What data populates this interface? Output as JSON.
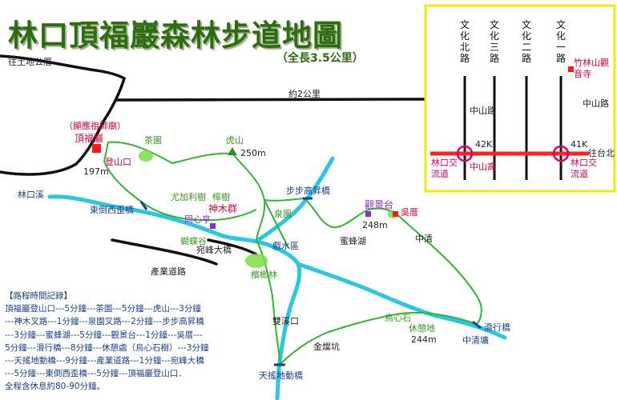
{
  "title": "林口頂福巖森林步道地圖",
  "subtitle": "（全長3.5公里）",
  "roads": {
    "to_temple": "往土地公厝",
    "about_2km": "約2公里",
    "zhongshan_road_right": "中山路",
    "zhongshan_road_inset": "中山路",
    "industrial_road": "產業道路",
    "to_taibei": "往台北"
  },
  "inset": {
    "streets": [
      "文化北路",
      "文化三路",
      "文化二路",
      "文化一路"
    ],
    "bamboo_temple": "竹林山觀音寺",
    "k42": "42K",
    "k41": "41K",
    "linkou_interchange_left": "林口交流道",
    "linkou_interchange_right": "林口交流道",
    "zhongshan_high": "中山高"
  },
  "places": {
    "ancestral_temple": "（顯應祖師廟）",
    "dingfuyan": "頂福巖",
    "trailhead": "登山口",
    "elev_197": "197m",
    "tea_garden": "茶園",
    "tiger_mountain": "虎山",
    "elev_250": "250m",
    "linkou_creek": "林口溪",
    "east_bridge": "東倒西歪橋",
    "eucalyptus": "尤加利樹",
    "camphor": "樟樹",
    "sacred_trees": "神木群",
    "tongxin_pavilion": "同心亭",
    "spring_garden": "泉園",
    "step_bridge": "步步高昇橋",
    "viewing_deck": "觀景台",
    "elev_248": "248m",
    "wu_house": "吳厝",
    "bee_lake": "蜜蜂湖",
    "zhongqing": "中清",
    "butterfly_valley": "蝴蝶谷",
    "yuanyang_bridge": "宛峰大橋",
    "water_play": "戲水區",
    "betel_forest": "檳榔林",
    "shuangxi_kou": "雙溪口",
    "turtle_stone": "烏心石",
    "rest_area": "休憩地",
    "elev_244": "244m",
    "huaxing_bridge": "滑行橋",
    "zhongqing_gully": "中清壙",
    "jinchankeng": "金燦坑",
    "tiantai_bridge": "天搖地動橋"
  },
  "notes": {
    "heading": "【路程時間記錄】",
    "lines": [
      "頂福巖登山口---5分鐘---茶園---5分鐘---虎山---3分鐘",
      "---神木叉路---1分鐘---泉園叉路---2分鐘---步步高昇橋",
      "---3分鐘---蜜蜂湖---5分鐘---觀景台---1分鐘---吳厝---",
      "5分鐘---滑行橋---8分鐘---休憩處（烏心石樹）---3分鐘",
      "---天搖地動橋---9分鐘---產業道路---1分鐘---宛峰大橋",
      "---5分鐘---東倒西歪橋---5分鐘---頂福巖登山口．",
      "全程含休息約80-90分鐘。"
    ]
  },
  "colors": {
    "title_green": "#2f6b12",
    "trail_green": "#2eb82e",
    "creek_cyan": "#29c6e6",
    "inset_border": "#f2ea00",
    "highway_red": "#ff2020"
  }
}
